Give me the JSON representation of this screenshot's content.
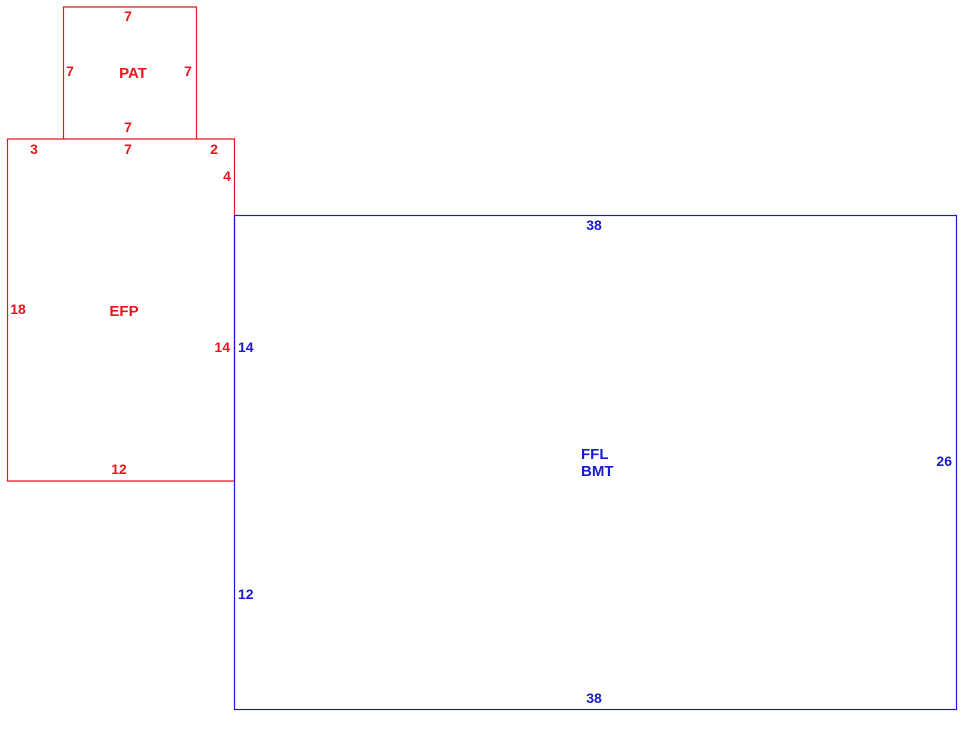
{
  "colors": {
    "upper_level": "#e8161c",
    "main_level": "#1a1ad2",
    "background": "#ffffff"
  },
  "pat": {
    "label": "PAT",
    "dim_top": "7",
    "dim_left": "7",
    "dim_right": "7",
    "dim_bottom": "7"
  },
  "efp": {
    "label": "EFP",
    "dim_top_left": "3",
    "dim_top_mid": "7",
    "dim_top_right": "2",
    "dim_right_upper": "4",
    "dim_left": "18",
    "dim_right_lower": "14",
    "dim_bottom": "12"
  },
  "ffl": {
    "label_line1": "FFL",
    "label_line2": "BMT",
    "dim_top": "38",
    "dim_bottom": "38",
    "dim_right": "26",
    "dim_left_upper": "14",
    "dim_left_lower": "12"
  }
}
